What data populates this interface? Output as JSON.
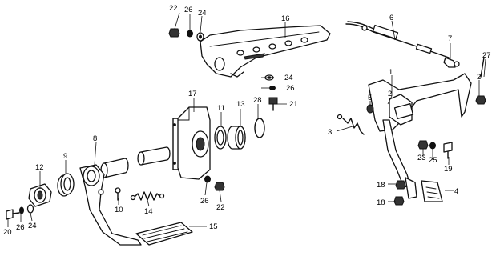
{
  "callouts": [
    {
      "id": "c1",
      "text": "1"
    },
    {
      "id": "c2a",
      "text": "2"
    },
    {
      "id": "c2b",
      "text": "2"
    },
    {
      "id": "c3",
      "text": "3"
    },
    {
      "id": "c4",
      "text": "4"
    },
    {
      "id": "c5",
      "text": "5"
    },
    {
      "id": "c6",
      "text": "6"
    },
    {
      "id": "c7",
      "text": "7"
    },
    {
      "id": "c8",
      "text": "8"
    },
    {
      "id": "c9",
      "text": "9"
    },
    {
      "id": "c10",
      "text": "10"
    },
    {
      "id": "c11",
      "text": "11"
    },
    {
      "id": "c12",
      "text": "12"
    },
    {
      "id": "c13",
      "text": "13"
    },
    {
      "id": "c14",
      "text": "14"
    },
    {
      "id": "c15",
      "text": "15"
    },
    {
      "id": "c16",
      "text": "16"
    },
    {
      "id": "c17",
      "text": "17"
    },
    {
      "id": "c18a",
      "text": "18"
    },
    {
      "id": "c18b",
      "text": "18"
    },
    {
      "id": "c19",
      "text": "19"
    },
    {
      "id": "c20",
      "text": "20"
    },
    {
      "id": "c21",
      "text": "21"
    },
    {
      "id": "c22a",
      "text": "22"
    },
    {
      "id": "c22b",
      "text": "22"
    },
    {
      "id": "c23",
      "text": "23"
    },
    {
      "id": "c24a",
      "text": "24"
    },
    {
      "id": "c24b",
      "text": "24"
    },
    {
      "id": "c24c",
      "text": "24"
    },
    {
      "id": "c25",
      "text": "25"
    },
    {
      "id": "c26a",
      "text": "26"
    },
    {
      "id": "c26b",
      "text": "26"
    },
    {
      "id": "c26c",
      "text": "26"
    },
    {
      "id": "c26d",
      "text": "26"
    },
    {
      "id": "c27",
      "text": "27"
    },
    {
      "id": "c28",
      "text": "28"
    }
  ]
}
